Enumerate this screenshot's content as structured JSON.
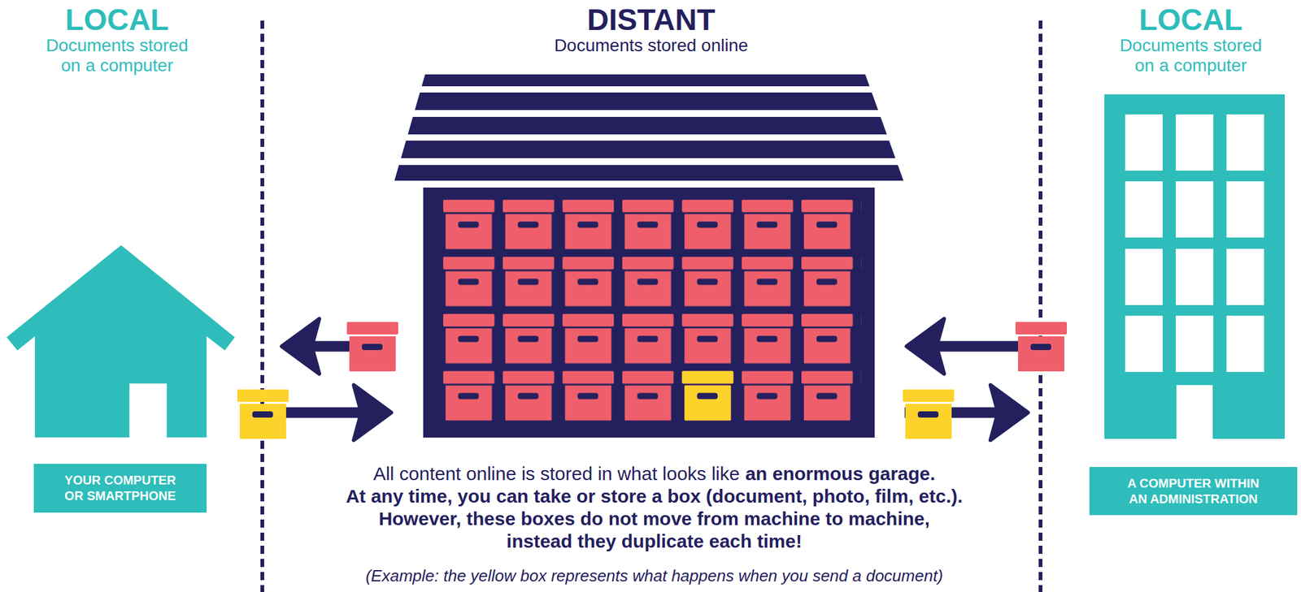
{
  "diagram": {
    "nodes": [
      {
        "text": [
          "LOCAL",
          "Documents stored on a computer"
        ]
      },
      {
        "text": [
          "YOUR COMPUTER OR SMARTPHONE"
        ]
      },
      {
        "text": [
          "DISTANT",
          "Documents stored online"
        ]
      },
      {
        "text": [
          "LOCAL",
          "Documents stored on a computer"
        ]
      },
      {
        "text": [
          "A COMPUTER WITHIN AN ADMINISTRATION"
        ]
      }
    ],
    "edges": [
      {
        "from": 2,
        "to": 0,
        "arrow": "to"
      },
      {
        "from": 0,
        "to": 2,
        "arrow": "to"
      },
      {
        "from": 3,
        "to": 2,
        "arrow": "to"
      },
      {
        "from": 2,
        "to": 3,
        "arrow": "to"
      }
    ],
    "labels": [
      "All content online is stored in what looks like",
      "an enormous garage.",
      "At any time, you can take or store a box (document, photo, film, etc.).",
      "However, these boxes do not move from machine to machine, instead they duplicate each time!",
      "(Example: the yellow box represents what happens when you send a document)"
    ]
  }
}
